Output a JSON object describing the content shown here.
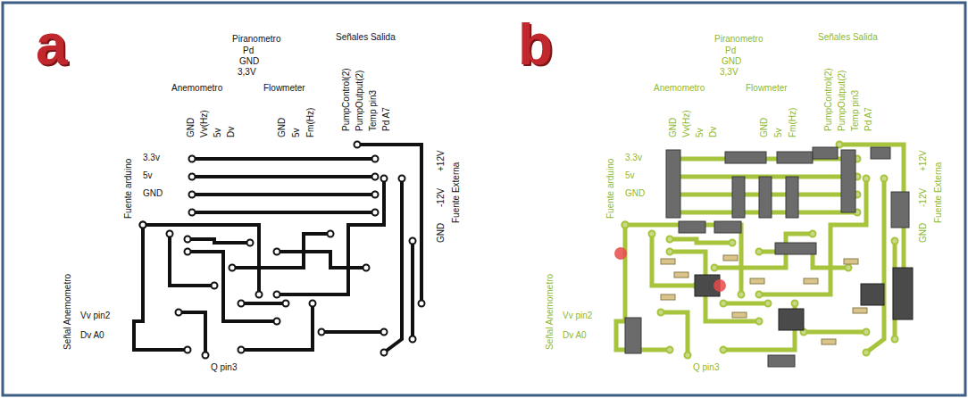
{
  "diagram": {
    "labels": [
      "a",
      "Piranometro",
      "Pd",
      "GND",
      "3,3V",
      "Anemometro",
      "Flowmeter",
      "GND",
      "Vv(Hz)",
      "5v",
      "Dv",
      "GND",
      "5v",
      "Fm(Hz)",
      "Señales Salida",
      "PumpControl(2)",
      "PumpOutput(2)",
      "Temp pin3",
      "Pd A7",
      "3.3v",
      "5v",
      "GND",
      "Fuente arduino",
      "+12V",
      "Fuente Externa",
      "-12V",
      "GND",
      "Señal Anemometro",
      "Vv pin2",
      "Dv A0",
      "Q pin3",
      "b",
      "Piranometro",
      "Pd",
      "GND",
      "3,3V",
      "Anemometro",
      "Flowmeter",
      "GND",
      "Vv(Hz)",
      "5v",
      "Dv",
      "GND",
      "5v",
      "Fm(Hz)",
      "Señales Salida",
      "PumpControl(2)",
      "PumpOutput(2)",
      "Temp pin3",
      "Pd A7",
      "3.3v",
      "5v",
      "GND",
      "Fuente arduino",
      "+12V",
      "Fuente Externa",
      "-12V",
      "GND",
      "Señal Anemometro",
      "Vv pin2",
      "Dv A0",
      "Q pin3"
    ]
  }
}
